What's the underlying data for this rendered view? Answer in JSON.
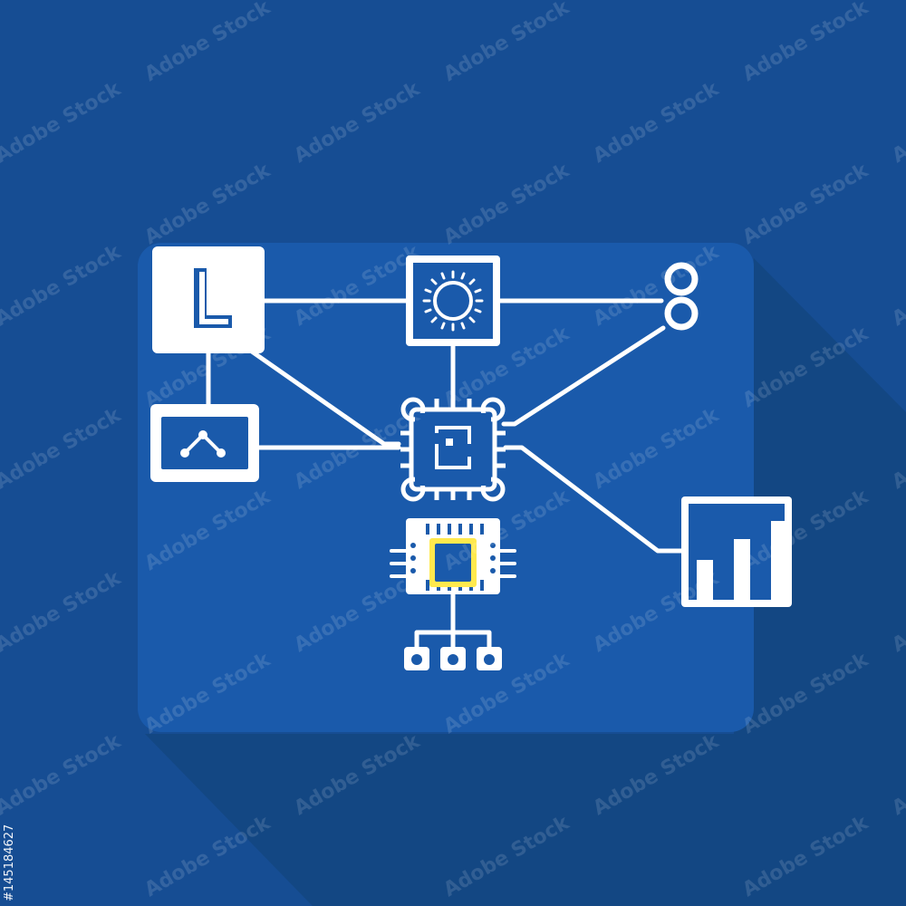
{
  "colors": {
    "background": "#164d93",
    "card": "#1a5aab",
    "shadow": "#134783",
    "line": "#ffffff",
    "chip_core": "#1a5aab",
    "chip_highlight": "#ffe94d"
  },
  "watermark": {
    "brand": "Adobe Stock",
    "image_id": "#145184627"
  },
  "icons": [
    "letter-l-icon",
    "sun-icon",
    "chain-link-icon",
    "line-graph-window-icon",
    "central-processor-icon",
    "bar-chart-icon",
    "microchip-icon",
    "connector-plug-icon"
  ],
  "icon_texts": {
    "letter_l": "L"
  },
  "bar_chart": {
    "values": [
      0.44,
      0.67,
      0.87
    ]
  }
}
